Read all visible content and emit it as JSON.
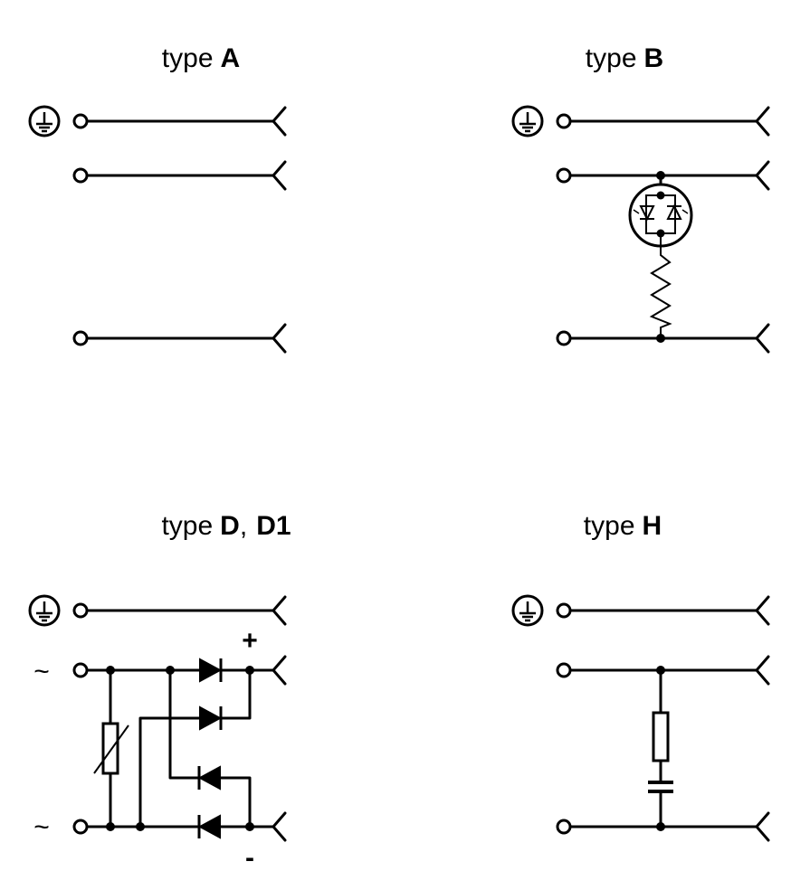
{
  "panels": {
    "a": {
      "prefix": "type",
      "name": "A"
    },
    "b": {
      "prefix": "type",
      "name": "B"
    },
    "d": {
      "prefix": "type",
      "name": "D",
      "sep": ",",
      "name2": "D1",
      "plus": "+",
      "minus": "-",
      "ac_top": "~",
      "ac_bottom": "~"
    },
    "h": {
      "prefix": "type",
      "name": "H"
    }
  }
}
